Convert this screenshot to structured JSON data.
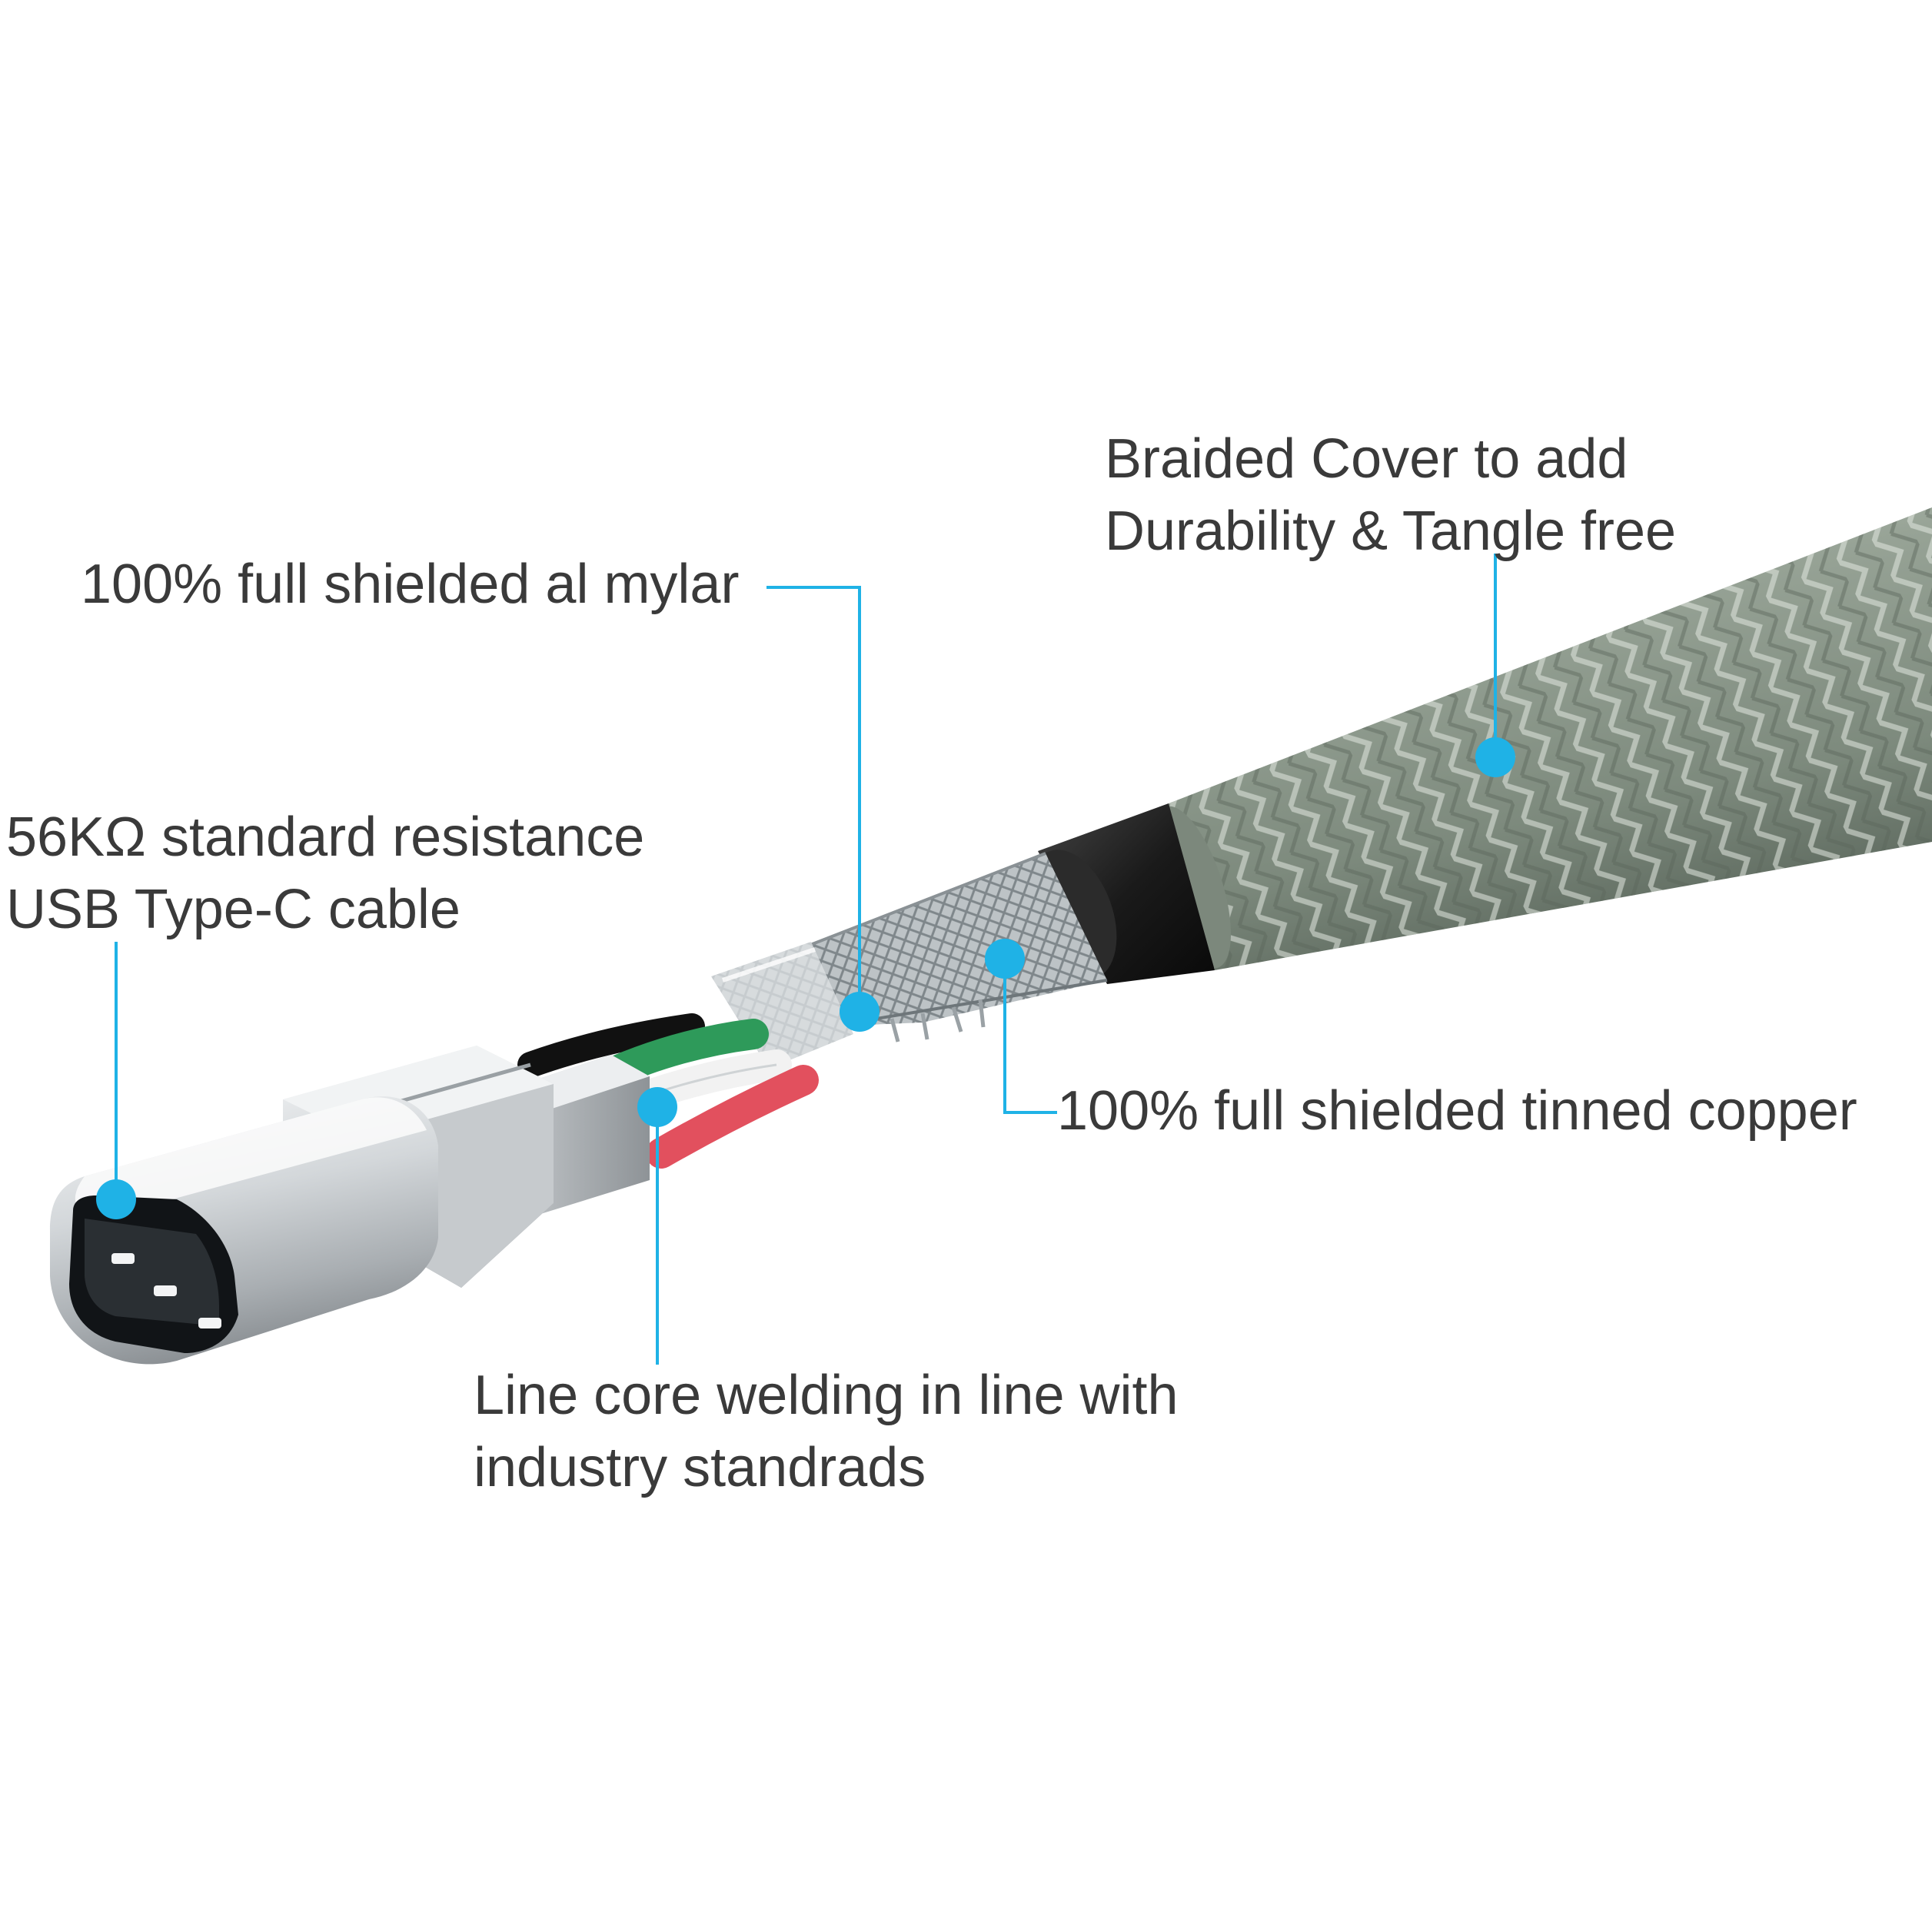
{
  "callouts": {
    "braided_cover": {
      "line1": "Braided Cover to add",
      "line2": "Durability & Tangle free"
    },
    "al_mylar": {
      "line1": "100% full shielded al mylar"
    },
    "type_c": {
      "line1": "56KΩ standard resistance",
      "line2": "USB Type-C cable"
    },
    "tinned_copper": {
      "line1": "100% full shielded tinned copper"
    },
    "line_core": {
      "line1": "Line core welding in line with",
      "line2": "industry standrads"
    }
  },
  "colors": {
    "accent": "#1fb2e6",
    "text": "#3a3a3a",
    "braid": "#8e9a8c",
    "braid_dark": "#6c7a6c",
    "sleeve": "#1f1f1f",
    "shield": "#b9bfc2",
    "wire_green": "#2e9a5a",
    "wire_white": "#f2f2f2",
    "wire_red": "#e2505e",
    "wire_black": "#111111",
    "connector": "#cfd3d6"
  },
  "icons": {
    "marker": "callout-dot-icon"
  }
}
